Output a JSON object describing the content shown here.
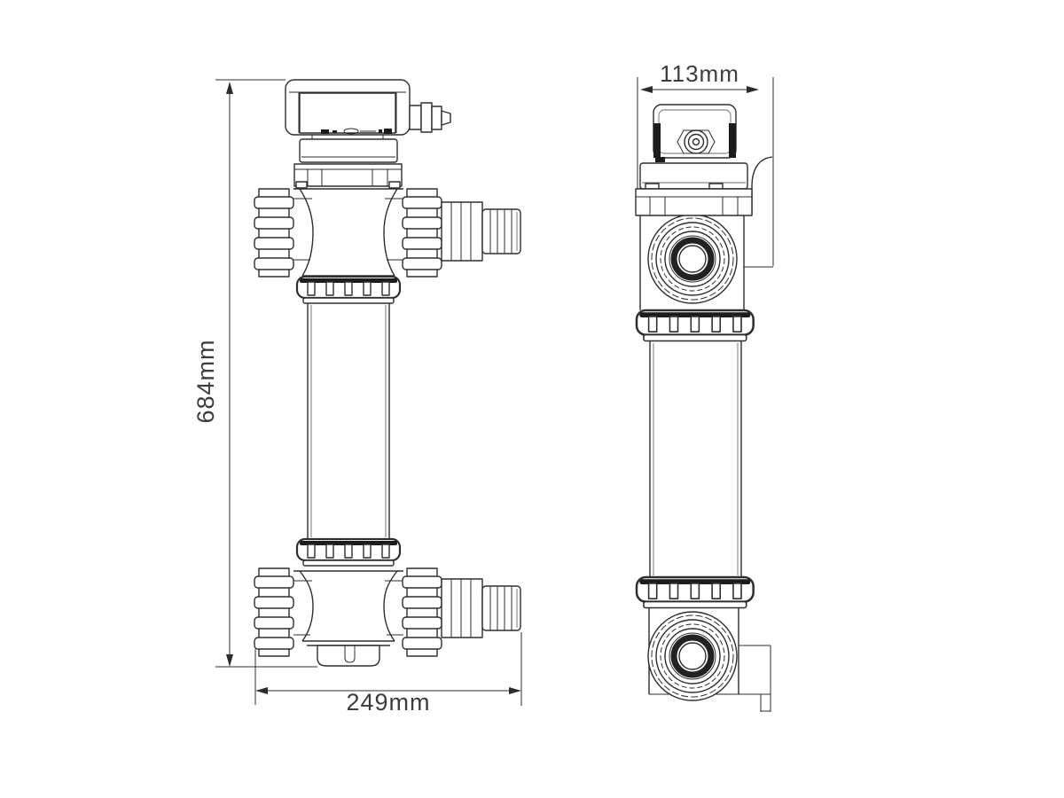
{
  "document": {
    "background_color": "#ffffff",
    "line_color": "#2e2e2e",
    "text_color": "#3d3d3d",
    "kind": "technical dimension drawing of UV sterilizer unit, front and side views"
  },
  "drawing": {
    "dimensions": {
      "overall_height": "684mm",
      "overall_width": "249mm",
      "overall_depth": "113mm"
    }
  }
}
